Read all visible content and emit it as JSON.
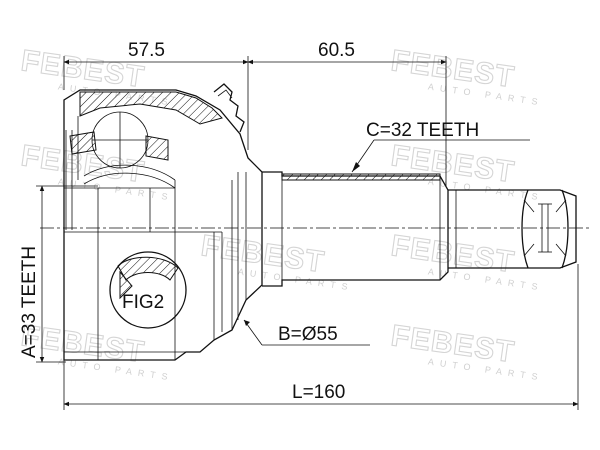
{
  "brand": {
    "watermark": "FEBEST",
    "watermark_sub": "AUTO PARTS"
  },
  "dimensions": {
    "left_length": "57.5",
    "right_length": "60.5",
    "total_length": "L=160",
    "outer_teeth": "A=33 TEETH",
    "inner_teeth": "C=32 TEETH",
    "abs_diameter": "B=Ø55"
  },
  "callouts": {
    "detail": "FIG2"
  },
  "colors": {
    "line": "#111111",
    "watermark": "#d5d5d5",
    "background": "#ffffff"
  }
}
